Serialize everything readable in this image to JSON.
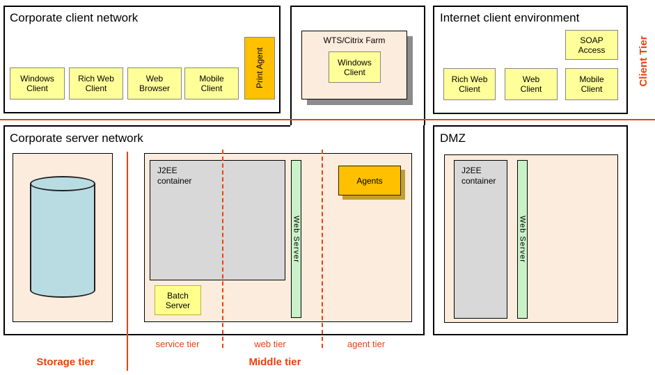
{
  "diagram": {
    "client_row": {
      "corporate_client_network": {
        "title": "Corporate client network",
        "boxes": [
          "Windows\nClient",
          "Rich Web\nClient",
          "Web\nBrowser",
          "Mobile\nClient"
        ],
        "print_agent": "Print Agent"
      },
      "wts_farm": {
        "title": "WTS/Citrix Farm",
        "windows_client": "Windows\nClient"
      },
      "internet_client_environment": {
        "title": "Internet client environment",
        "soap_access": "SOAP\nAccess",
        "boxes": [
          "Rich Web\nClient",
          "Web\nClient",
          "Mobile\nClient"
        ]
      },
      "client_tier_label": "Client Tier"
    },
    "server_row": {
      "corporate_server_network": {
        "title": "Corporate server network",
        "j2ee_container": "J2EE\ncontainer",
        "batch_server": "Batch\nServer",
        "web_server": "Web Server",
        "agents": "Agents"
      },
      "dmz": {
        "title": "DMZ",
        "j2ee_container": "J2EE\ncontainer",
        "web_server": "Web Server"
      }
    },
    "tier_labels": {
      "storage": "Storage tier",
      "service": "service tier",
      "web": "web tier",
      "agent": "agent tier",
      "middle": "Middle tier"
    },
    "colors": {
      "accent_red": "#e8420e",
      "pale_yellow": "#ffff99",
      "batch_yellow": "#ffff8c",
      "amber": "#ffc000",
      "peach": "#fcecdd",
      "pale_green": "#c9f2c9",
      "container_gray": "#d8d8d8",
      "cylinder_blue": "#b9dce3",
      "shadow_gray": "#8c8c8c",
      "shadow_olive": "#bfa030"
    }
  }
}
